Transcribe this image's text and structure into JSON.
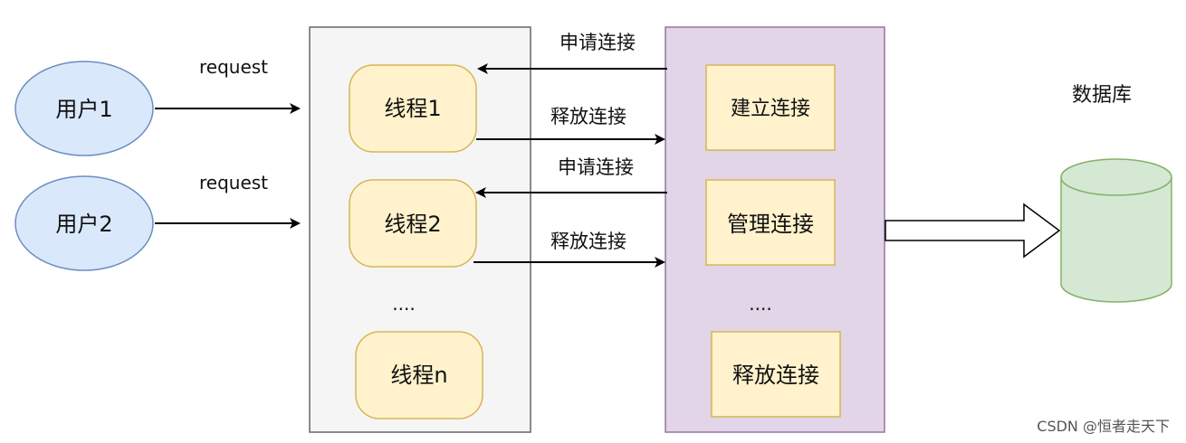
{
  "users": [
    {
      "label": "用户1"
    },
    {
      "label": "用户2"
    }
  ],
  "request_labels": [
    "request",
    "request"
  ],
  "threads": [
    {
      "label": "线程1"
    },
    {
      "label": "线程2"
    },
    {
      "label": "线程n"
    }
  ],
  "thread_ellipsis": "....",
  "connection_labels": {
    "request_conn": "申请连接",
    "release_conn": "释放连接"
  },
  "pool_items": [
    {
      "label": "建立连接"
    },
    {
      "label": "管理连接"
    },
    {
      "label": "释放连接"
    }
  ],
  "pool_ellipsis": "....",
  "database": {
    "label": "数据库"
  },
  "watermark": "CSDN @恒者走天下",
  "colors": {
    "user_fill": "#dae8fc",
    "user_stroke": "#6c8ebf",
    "thread_fill": "#fff2cc",
    "thread_stroke": "#d6b656",
    "thread_container_fill": "#f5f5f5",
    "thread_container_stroke": "#666666",
    "pool_fill": "#e1d5e7",
    "pool_stroke": "#9673a6",
    "db_fill": "#d5e8d4",
    "db_stroke": "#82b366"
  }
}
